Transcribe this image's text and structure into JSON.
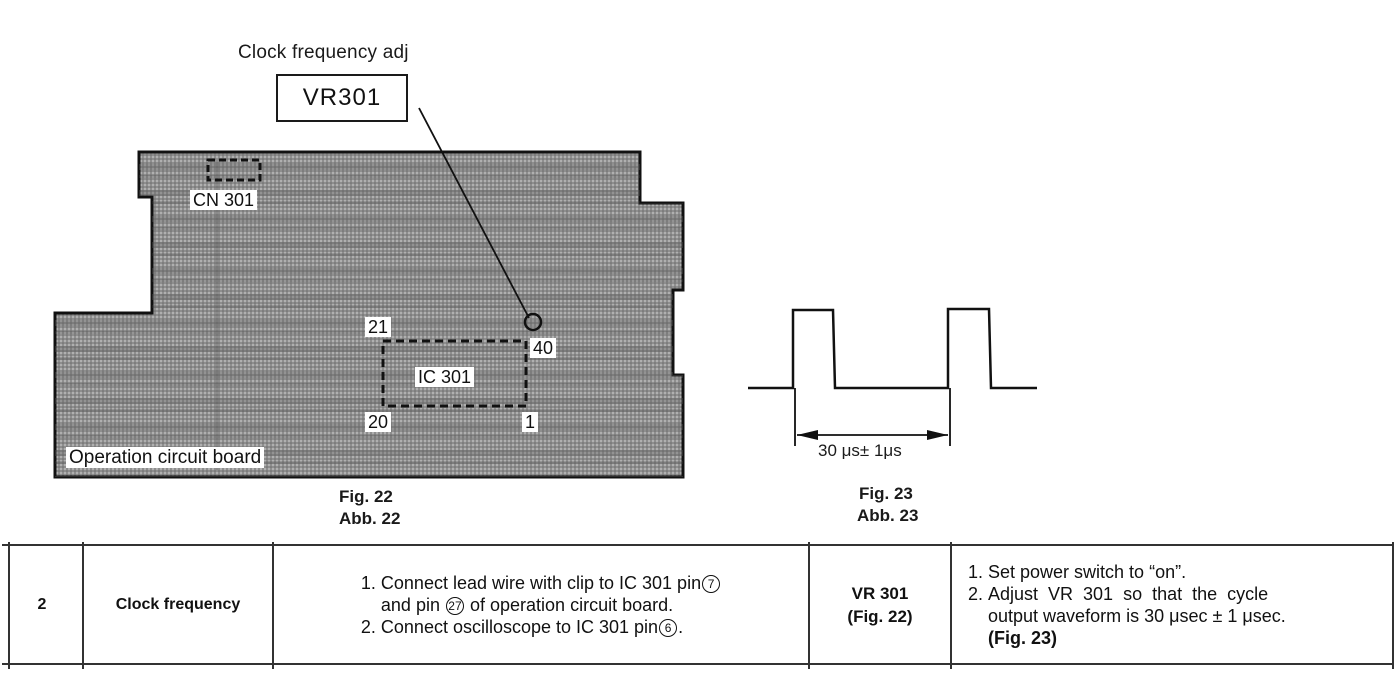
{
  "figure22": {
    "callout_title": "Clock frequency adj",
    "callout_component": "VR301",
    "labels": {
      "connector": "CN 301",
      "ic": "IC 301",
      "pin_top_left": "21",
      "pin_top_right": "40",
      "pin_bottom_left": "20",
      "pin_bottom_right": "1",
      "board_name": "Operation circuit board"
    },
    "caption_en": "Fig. 22",
    "caption_de": "Abb. 22"
  },
  "figure23": {
    "waveform_period_label": "30 μs± 1μs",
    "caption_en": "Fig. 23",
    "caption_de": "Abb. 23"
  },
  "table": {
    "row": {
      "number": "2",
      "item": "Clock frequency",
      "preparation": [
        {
          "num": "1.",
          "line1_prefix": "Connect lead wire with clip to IC 301 pin",
          "pin_a": "7",
          "line2_prefix": "and pin",
          "pin_b": "27",
          "line2_suffix": "of operation circuit board."
        },
        {
          "num": "2.",
          "prefix": "Connect oscilloscope to IC 301 pin",
          "pin": "6",
          "suffix": "."
        }
      ],
      "adjustment_point": "VR 301",
      "adjustment_ref": "(Fig. 22)",
      "procedure": [
        {
          "num": "1.",
          "text": "Set power switch to “on”."
        },
        {
          "num": "2.",
          "line1": "Adjust VR 301 so that the cycle",
          "line2": "output waveform is 30 μsec ± 1 μsec.",
          "line3": "(Fig. 23)"
        }
      ]
    }
  }
}
